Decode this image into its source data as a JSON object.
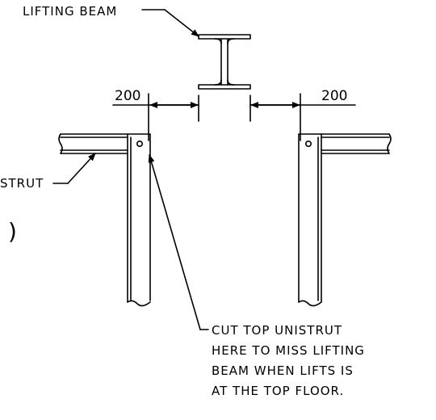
{
  "labels": {
    "lifting_beam": "LIFTING BEAM",
    "unistrut_partial": "STRUT",
    "dim_left": "200",
    "dim_right": "200",
    "note_line1": "CUT TOP UNISTRUT",
    "note_line2": "HERE TO MISS LIFTING",
    "note_line3": "BEAM WHEN LIFTS IS",
    "note_line4": "AT THE TOP FLOOR.",
    "partial_paren": ")"
  }
}
